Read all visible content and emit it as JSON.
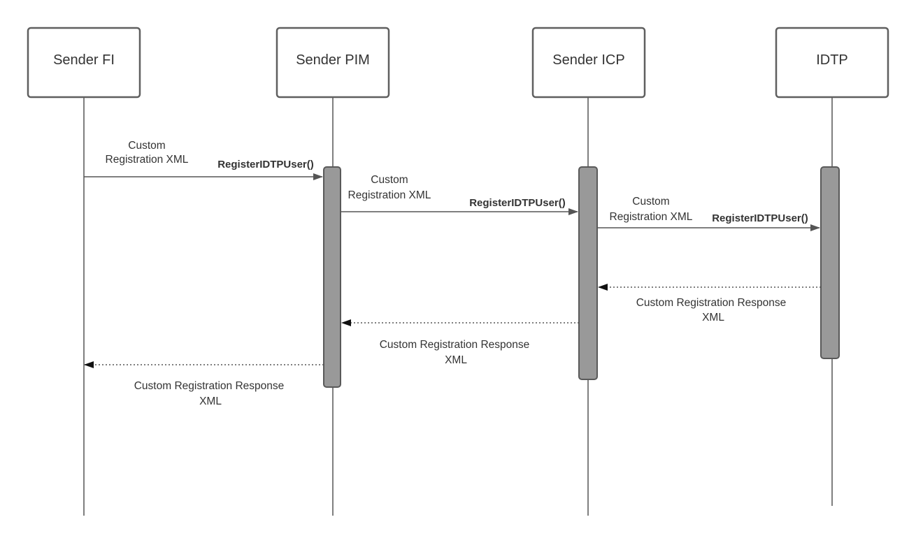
{
  "participants": [
    {
      "id": "sender_fi",
      "name": "Sender FI"
    },
    {
      "id": "sender_pim",
      "name": "Sender PIM"
    },
    {
      "id": "sender_icp",
      "name": "Sender ICP"
    },
    {
      "id": "idtp",
      "name": "IDTP"
    }
  ],
  "messages": [
    {
      "id": "req1",
      "from": "sender_fi",
      "to": "sender_pim",
      "kind": "sync",
      "label_lines": [
        "Custom",
        "Registration XML"
      ],
      "method": "RegisterIDTPUser()"
    },
    {
      "id": "req2",
      "from": "sender_pim",
      "to": "sender_icp",
      "kind": "sync",
      "label_lines": [
        "Custom",
        "Registration XML"
      ],
      "method": "RegisterIDTPUser()"
    },
    {
      "id": "req3",
      "from": "sender_icp",
      "to": "idtp",
      "kind": "sync",
      "label_lines": [
        "Custom",
        "Registration XML"
      ],
      "method": "RegisterIDTPUser()"
    },
    {
      "id": "resp1",
      "from": "idtp",
      "to": "sender_icp",
      "kind": "return",
      "label_lines": [
        "Custom Registration Response",
        "XML"
      ]
    },
    {
      "id": "resp2",
      "from": "sender_icp",
      "to": "sender_pim",
      "kind": "return",
      "label_lines": [
        "Custom Registration Response",
        "XML"
      ]
    },
    {
      "id": "resp3",
      "from": "sender_pim",
      "to": "sender_fi",
      "kind": "return",
      "label_lines": [
        "Custom Registration Response",
        "XML"
      ]
    }
  ],
  "colors": {
    "box_border": "#5f5f5f",
    "line": "#555555",
    "activation_fill": "#999999",
    "activation_border": "#595959",
    "text": "#333333"
  }
}
